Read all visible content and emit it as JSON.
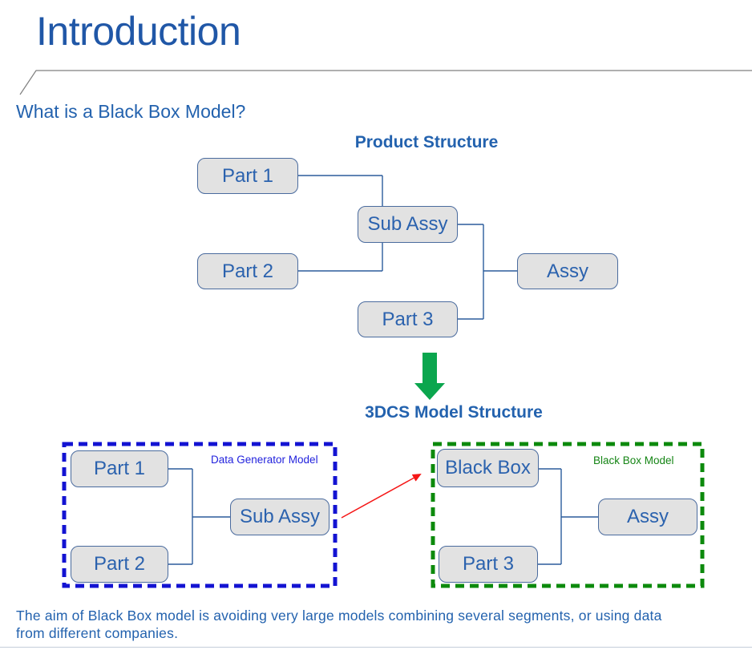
{
  "slide": {
    "title": "Introduction",
    "subtitle": "What is a Black Box Model?",
    "footer_lines": [
      "The aim of Black Box model is avoiding very large models combining several segments, or using data",
      "from different companies."
    ]
  },
  "product_structure": {
    "heading": "Product Structure",
    "nodes": {
      "part1": "Part 1",
      "part2": "Part 2",
      "sub_assy": "Sub Assy",
      "part3": "Part 3",
      "assy": "Assy"
    }
  },
  "model_structure": {
    "heading": "3DCS Model Structure",
    "data_generator_model": {
      "label": "Data Generator Model",
      "nodes": {
        "part1": "Part 1",
        "part2": "Part 2",
        "sub_assy": "Sub Assy"
      }
    },
    "black_box_model": {
      "label": "Black Box Model",
      "nodes": {
        "black_box": "Black Box",
        "part3": "Part 3",
        "assy": "Assy"
      }
    }
  },
  "colors": {
    "title-blue": "#2057a7",
    "heading-blue": "#2362ae",
    "node-text-blue": "#2b62ae",
    "node-border-blue": "#4a6b9e",
    "node-fill-gray": "#e2e2e2",
    "connector-blue": "#2b5c9c",
    "dashed-blue": "#1313d2",
    "dashed-green": "#0c8a0c",
    "label-blue": "#2222dd",
    "label-green": "#158515",
    "arrow-green": "#0ba64e",
    "arrow-red": "#f51616",
    "divider-gray": "#7f7f7f",
    "footer-rule": "#c4ceda"
  }
}
